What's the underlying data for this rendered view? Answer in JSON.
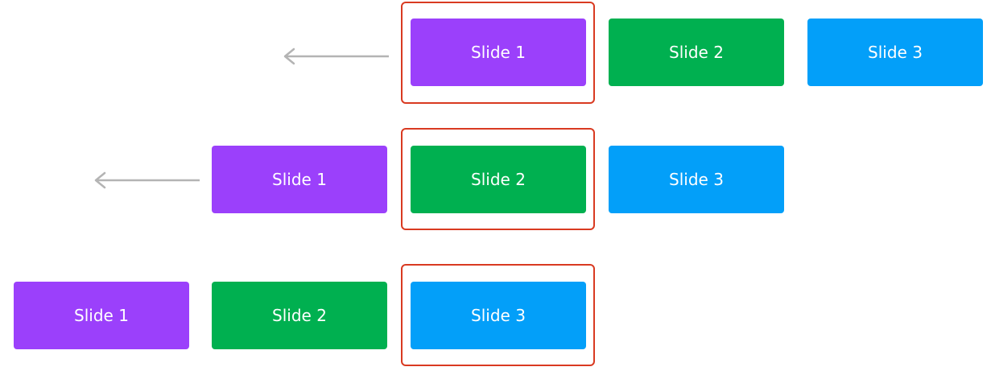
{
  "colors": {
    "slide_1": "#9b40fb",
    "slide_2": "#00b050",
    "slide_3": "#039ff9",
    "highlight_frame": "#d93a21",
    "arrow": "#b4b4b4"
  },
  "rows": [
    {
      "active_slide": "Slide 1",
      "slides": [
        {
          "label": "Slide 1",
          "color": "slide_1"
        },
        {
          "label": "Slide 2",
          "color": "slide_2"
        },
        {
          "label": "Slide 3",
          "color": "slide_3"
        }
      ]
    },
    {
      "active_slide": "Slide 2",
      "slides": [
        {
          "label": "Slide 1",
          "color": "slide_1"
        },
        {
          "label": "Slide 2",
          "color": "slide_2"
        },
        {
          "label": "Slide 3",
          "color": "slide_3"
        }
      ]
    },
    {
      "active_slide": "Slide 3",
      "slides": [
        {
          "label": "Slide 1",
          "color": "slide_1"
        },
        {
          "label": "Slide 2",
          "color": "slide_2"
        },
        {
          "label": "Slide 3",
          "color": "slide_3"
        }
      ]
    }
  ]
}
